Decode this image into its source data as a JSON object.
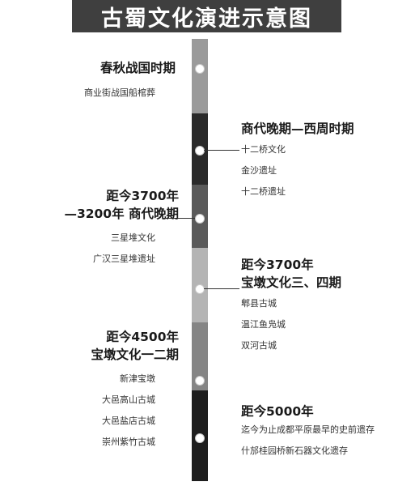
{
  "title": "古蜀文化演进示意图",
  "colors": {
    "title_bg": "#3f3f3f",
    "segment_1": "#9a9a9a",
    "segment_2": "#2a2a2a",
    "segment_3": "#5a5a5a",
    "segment_4": "#b4b4b4",
    "segment_5": "#858585",
    "segment_6": "#1e1e1e"
  },
  "periods": [
    {
      "side": "left",
      "heading": [
        "春秋战国时期"
      ],
      "items": [
        "商业街战国船棺葬"
      ]
    },
    {
      "side": "right",
      "heading": [
        "商代晚期—西周时期"
      ],
      "items": [
        "十二桥文化",
        "金沙遗址",
        "十二桥遗址"
      ]
    },
    {
      "side": "left",
      "heading": [
        "距今3700年",
        "—3200年 商代晚期"
      ],
      "items": [
        "三星堆文化",
        "广汉三星堆遗址"
      ]
    },
    {
      "side": "right",
      "heading": [
        "距今3700年",
        "宝墩文化三、四期"
      ],
      "items": [
        "郫县古城",
        "温江鱼凫城",
        "双河古城"
      ]
    },
    {
      "side": "left",
      "heading": [
        "距今4500年",
        "宝墩文化一二期"
      ],
      "items": [
        "新津宝墩",
        "大邑高山古城",
        "大邑盐店古城",
        "崇州紫竹古城"
      ]
    },
    {
      "side": "right",
      "heading": [
        "距今5000年"
      ],
      "items": [
        "迄今为止成都平原最早的史前遗存",
        "什邡桂园桥新石器文化遗存"
      ]
    }
  ]
}
